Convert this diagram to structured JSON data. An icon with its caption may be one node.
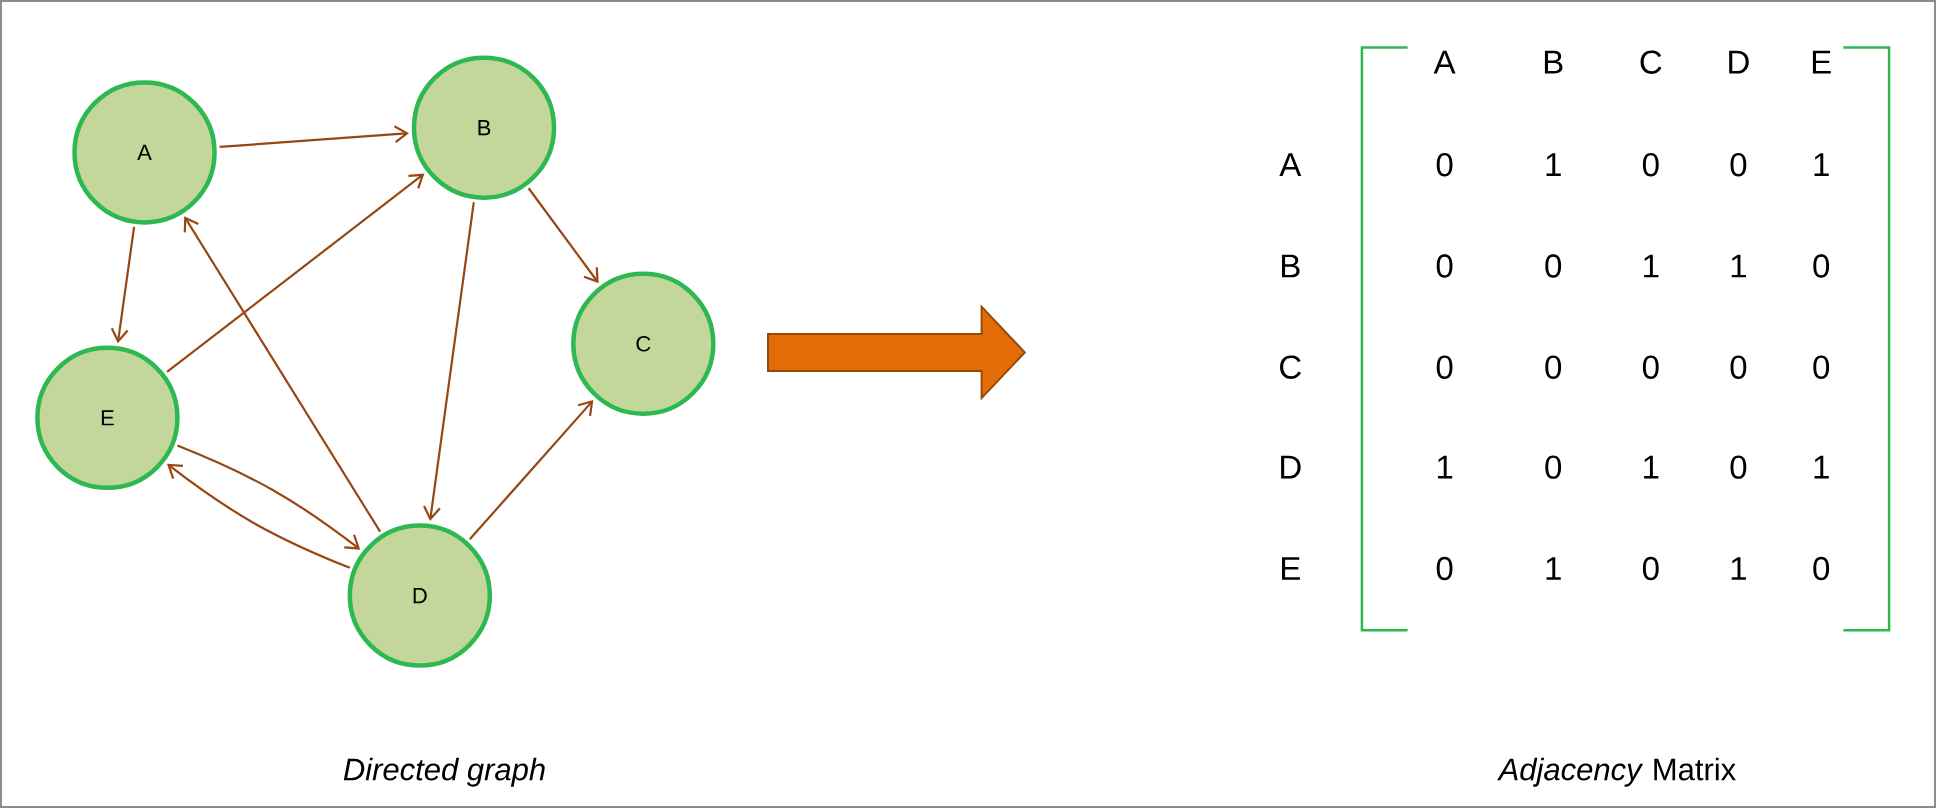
{
  "diagram": {
    "nodes": [
      {
        "text": [
          "A"
        ]
      },
      {
        "text": [
          "B"
        ]
      },
      {
        "text": [
          "C"
        ]
      },
      {
        "text": [
          "D"
        ]
      },
      {
        "text": [
          "E"
        ]
      }
    ],
    "edges": [
      {
        "from": 0,
        "to": 1,
        "arrow": "to"
      },
      {
        "from": 0,
        "to": 4,
        "arrow": "to"
      },
      {
        "from": 3,
        "to": 0,
        "arrow": "to"
      },
      {
        "from": 4,
        "to": 1,
        "arrow": "to"
      },
      {
        "from": 1,
        "to": 3,
        "arrow": "to"
      },
      {
        "from": 1,
        "to": 2,
        "arrow": "to"
      },
      {
        "from": 3,
        "to": 2,
        "arrow": "to"
      },
      {
        "from": 4,
        "to": 3,
        "arrow": "to"
      },
      {
        "from": 3,
        "to": 4,
        "arrow": "to"
      }
    ],
    "labels": [
      "A",
      "B",
      "C",
      "D",
      "E",
      "A",
      "0",
      "1",
      "0",
      "0",
      "1",
      "B",
      "0",
      "0",
      "1",
      "1",
      "0",
      "C",
      "0",
      "0",
      "0",
      "0",
      "0",
      "D",
      "1",
      "0",
      "1",
      "0",
      "1",
      "E",
      "0",
      "1",
      "0",
      "1",
      "0",
      "Directed graph",
      "*Adjacency* Matrix"
    ]
  }
}
